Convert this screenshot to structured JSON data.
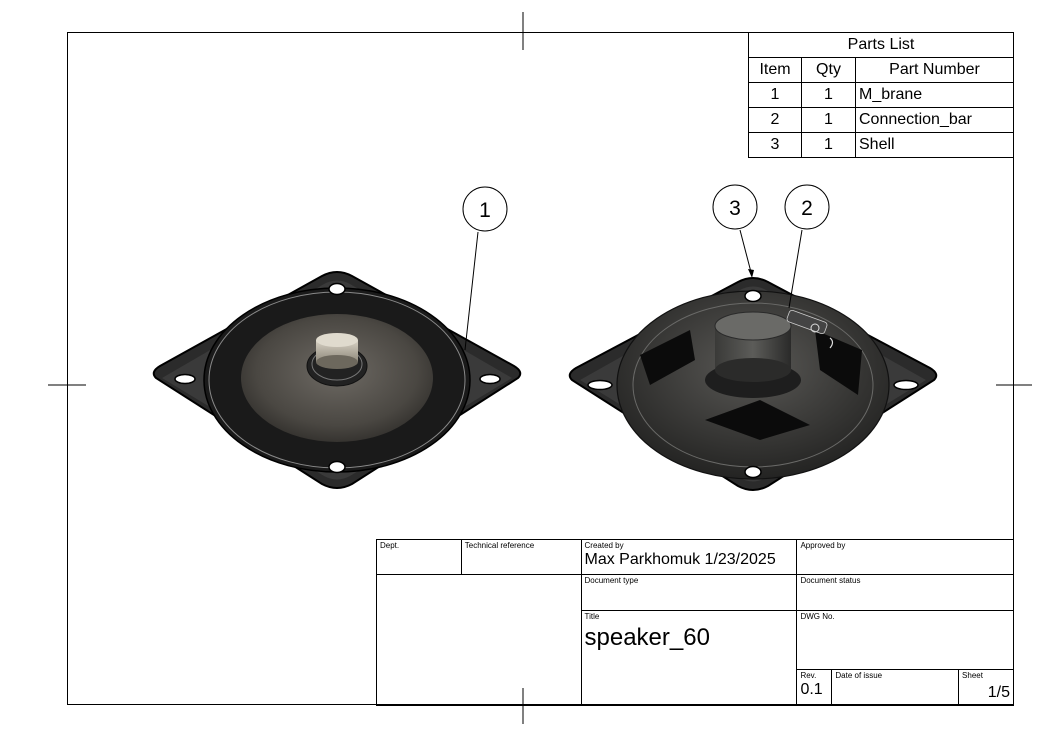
{
  "parts_list": {
    "title": "Parts List",
    "headers": [
      "Item",
      "Qty",
      "Part Number"
    ],
    "rows": [
      {
        "item": "1",
        "qty": "1",
        "part": "M_brane"
      },
      {
        "item": "2",
        "qty": "1",
        "part": "Connection_bar"
      },
      {
        "item": "3",
        "qty": "1",
        "part": "Shell"
      }
    ]
  },
  "balloons": [
    "1",
    "3",
    "2"
  ],
  "title_block": {
    "dept_label": "Dept.",
    "techref_label": "Technical reference",
    "created_by_label": "Created by",
    "created_by_value": "Max Parkhomuk  1/23/2025",
    "approved_by_label": "Approved by",
    "doc_type_label": "Document type",
    "doc_status_label": "Document status",
    "title_label": "Title",
    "title_value": "speaker_60",
    "dwg_no_label": "DWG No.",
    "rev_label": "Rev.",
    "rev_value": "0.1",
    "date_label": "Date of issue",
    "sheet_label": "Sheet",
    "sheet_value": "1/5"
  }
}
